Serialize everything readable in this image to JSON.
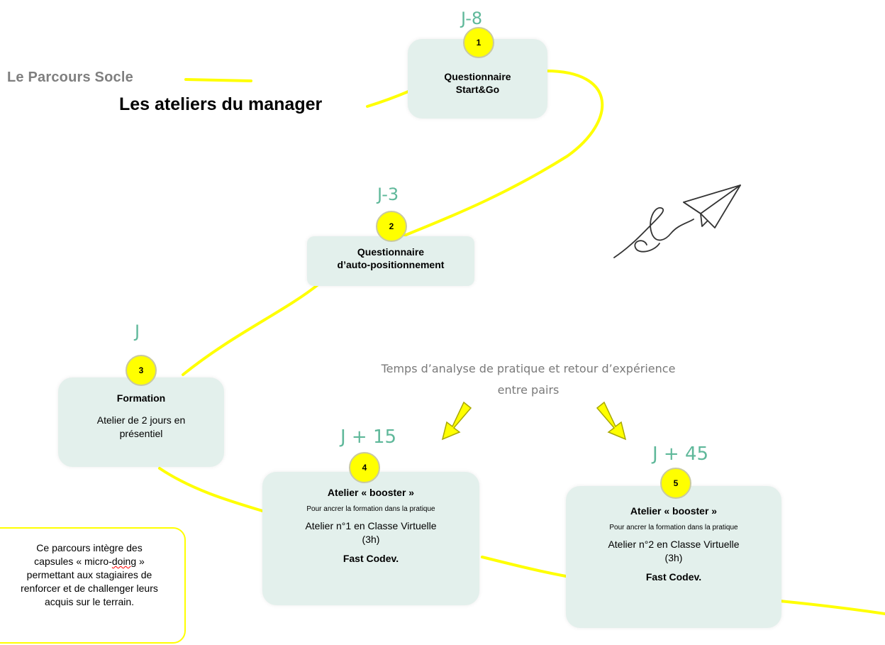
{
  "title": {
    "line1": "Le Parcours Socle",
    "line2": "Les ateliers du manager"
  },
  "colors": {
    "path": "#ffff00",
    "card_bg": "#e3f0ec",
    "day_label": "#5fb89a",
    "badge": "#ffff00"
  },
  "steps": [
    {
      "day": "J-8",
      "number": "1",
      "title": "Questionnaire Start&Go"
    },
    {
      "day": "J-3",
      "number": "2",
      "title_line1": "Questionnaire",
      "title_line2": "d’auto-positionnement"
    },
    {
      "day": "J",
      "number": "3",
      "title": "Formation",
      "detail_line1": "Atelier de 2 jours en",
      "detail_line2": "présentiel"
    },
    {
      "day": "J + 15",
      "number": "4",
      "title": "Atelier « booster »",
      "subtitle": "Pour ancrer la formation dans la pratique",
      "detail_line1": "Atelier n°1 en Classe Virtuelle",
      "detail_line2": "(3h)",
      "footer": "Fast Codev."
    },
    {
      "day": "J + 45",
      "number": "5",
      "title": "Atelier « booster »",
      "subtitle": "Pour ancrer la formation dans la pratique",
      "detail_line1": "Atelier n°2 en Classe Virtuelle",
      "detail_line2": "(3h)",
      "footer": "Fast Codev."
    }
  ],
  "peer_note": {
    "line1": "Temps d’analyse de pratique et retour d’expérience",
    "line2": "entre pairs"
  },
  "micro_note": {
    "line1": "Ce parcours intègre des",
    "line2_a": "capsules « micro-",
    "line2_b": "doing",
    "line2_c": " »",
    "line3": "permettant aux stagiaires de",
    "line4": "renforcer et de challenger leurs",
    "line5": "acquis sur le terrain."
  },
  "icons": [
    "paper-plane-icon",
    "arrow-down-left-icon",
    "arrow-down-right-icon"
  ]
}
